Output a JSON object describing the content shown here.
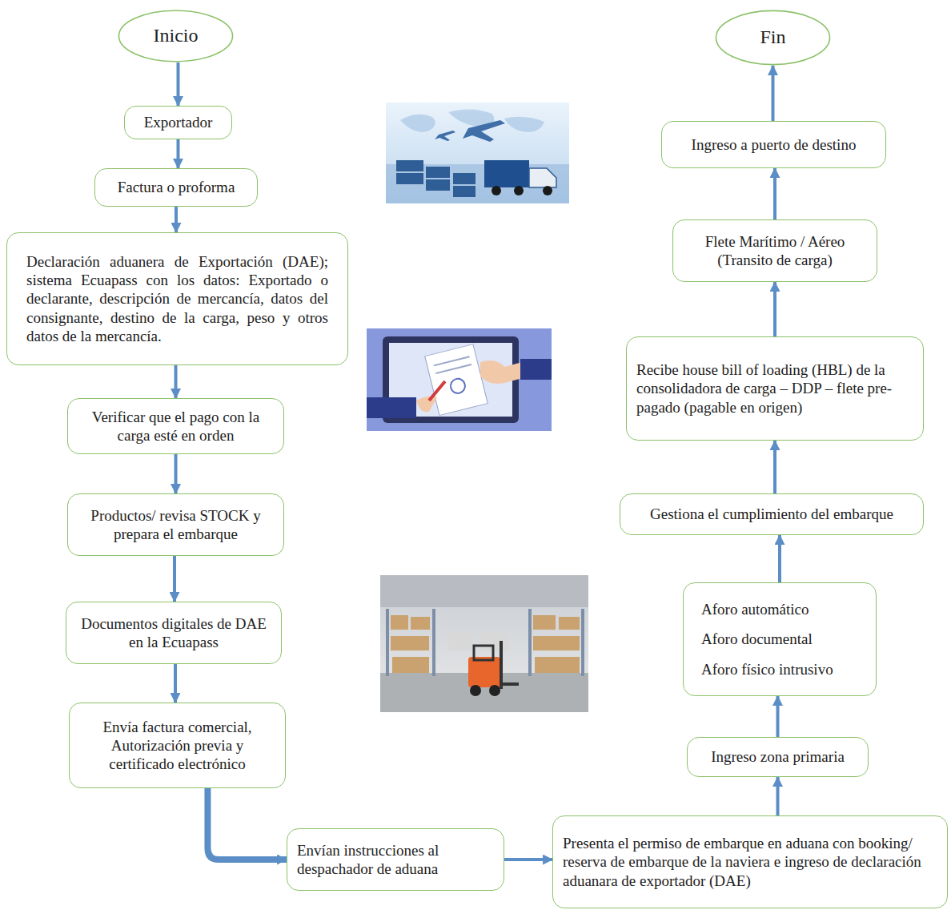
{
  "diagram": {
    "nodes": [
      {
        "text": [
          "Inicio"
        ]
      },
      {
        "text": [
          "Exportador"
        ]
      },
      {
        "text": [
          "Factura o proforma"
        ]
      },
      {
        "text": [
          "Declaración aduanera de Exportación (DAE); sistema Ecuapass con los datos: Exportado o declarante, descripción de mercancía, datos del consignante, destino de la carga, peso y otros datos de la mercancía."
        ]
      },
      {
        "text": [
          "Verificar que el pago con la carga esté en orden"
        ]
      },
      {
        "text": [
          "Productos/ revisa STOCK y prepara el embarque"
        ]
      },
      {
        "text": [
          "Documentos digitales de DAE en la Ecuapass"
        ]
      },
      {
        "text": [
          "Envía factura comercial, Autorización previa y certificado electrónico"
        ]
      },
      {
        "text": [
          "Envían instrucciones al despachador de aduana"
        ]
      },
      {
        "text": [
          "Presenta el permiso de embarque en aduana con booking/ reserva de embarque de la naviera e ingreso de declaración aduanara de exportador (DAE)"
        ]
      },
      {
        "text": [
          "Ingreso zona primaria"
        ]
      },
      {
        "text": [
          "Aforo automático",
          "Aforo documental",
          "Aforo físico intrusivo"
        ]
      },
      {
        "text": [
          "Gestiona el cumplimiento del embarque"
        ]
      },
      {
        "text": [
          "Recibe house bill of loading (HBL) de la consolidadora de carga – DDP – flete pre-pagado (pagable en origen)"
        ]
      },
      {
        "text": [
          "Flete Marítimo / Aéreo (Transito de carga)"
        ]
      },
      {
        "text": [
          "Ingreso a puerto de destino"
        ]
      },
      {
        "text": [
          "Fin"
        ]
      }
    ],
    "edges": [
      {
        "from": 0,
        "to": 1,
        "arrow": "to"
      },
      {
        "from": 1,
        "to": 2,
        "arrow": "to"
      },
      {
        "from": 2,
        "to": 3,
        "arrow": "to"
      },
      {
        "from": 3,
        "to": 4,
        "arrow": "to"
      },
      {
        "from": 4,
        "to": 5,
        "arrow": "to"
      },
      {
        "from": 5,
        "to": 6,
        "arrow": "to"
      },
      {
        "from": 6,
        "to": 7,
        "arrow": "to"
      },
      {
        "from": 7,
        "to": 8,
        "arrow": "to"
      },
      {
        "from": 8,
        "to": 9,
        "arrow": "to"
      },
      {
        "from": 9,
        "to": 10,
        "arrow": "to"
      },
      {
        "from": 10,
        "to": 11,
        "arrow": "to"
      },
      {
        "from": 11,
        "to": 12,
        "arrow": "to"
      },
      {
        "from": 12,
        "to": 13,
        "arrow": "to"
      },
      {
        "from": 13,
        "to": 14,
        "arrow": "to"
      },
      {
        "from": 14,
        "to": 15,
        "arrow": "to"
      },
      {
        "from": 15,
        "to": 16,
        "arrow": "to"
      }
    ]
  }
}
